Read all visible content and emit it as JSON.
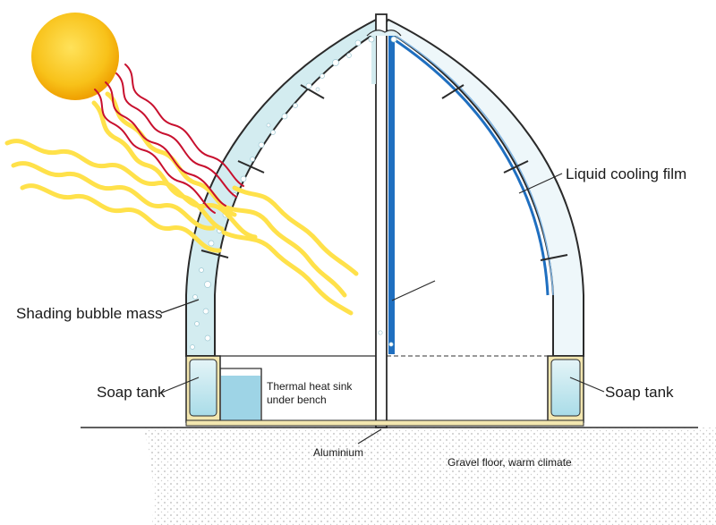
{
  "labels": {
    "liquid_cooling_film": "Liquid cooling film",
    "shading_bubble_mass": "Shading bubble mass",
    "soap_tank_left": "Soap tank",
    "soap_tank_right": "Soap tank",
    "thermal_heat_sink_line1": "Thermal heat sink",
    "thermal_heat_sink_line2": "under bench",
    "aluminium": "Aluminium",
    "gravel_floor": "Gravel floor, warm climate"
  },
  "colors": {
    "sun": "#f6b800",
    "sun_glow": "#ffe25a",
    "sun_rays_red": "#c8102e",
    "sun_rays_yellow": "#ffe14a",
    "bubble_panel": "#d3ecf0",
    "cooling_film": "#1f6fc0",
    "soap_liquid": "#bfe6ee",
    "heat_sink": "#9ed4e6",
    "ground_dots": "#b9b9b9",
    "outline": "#2a2a2a"
  }
}
